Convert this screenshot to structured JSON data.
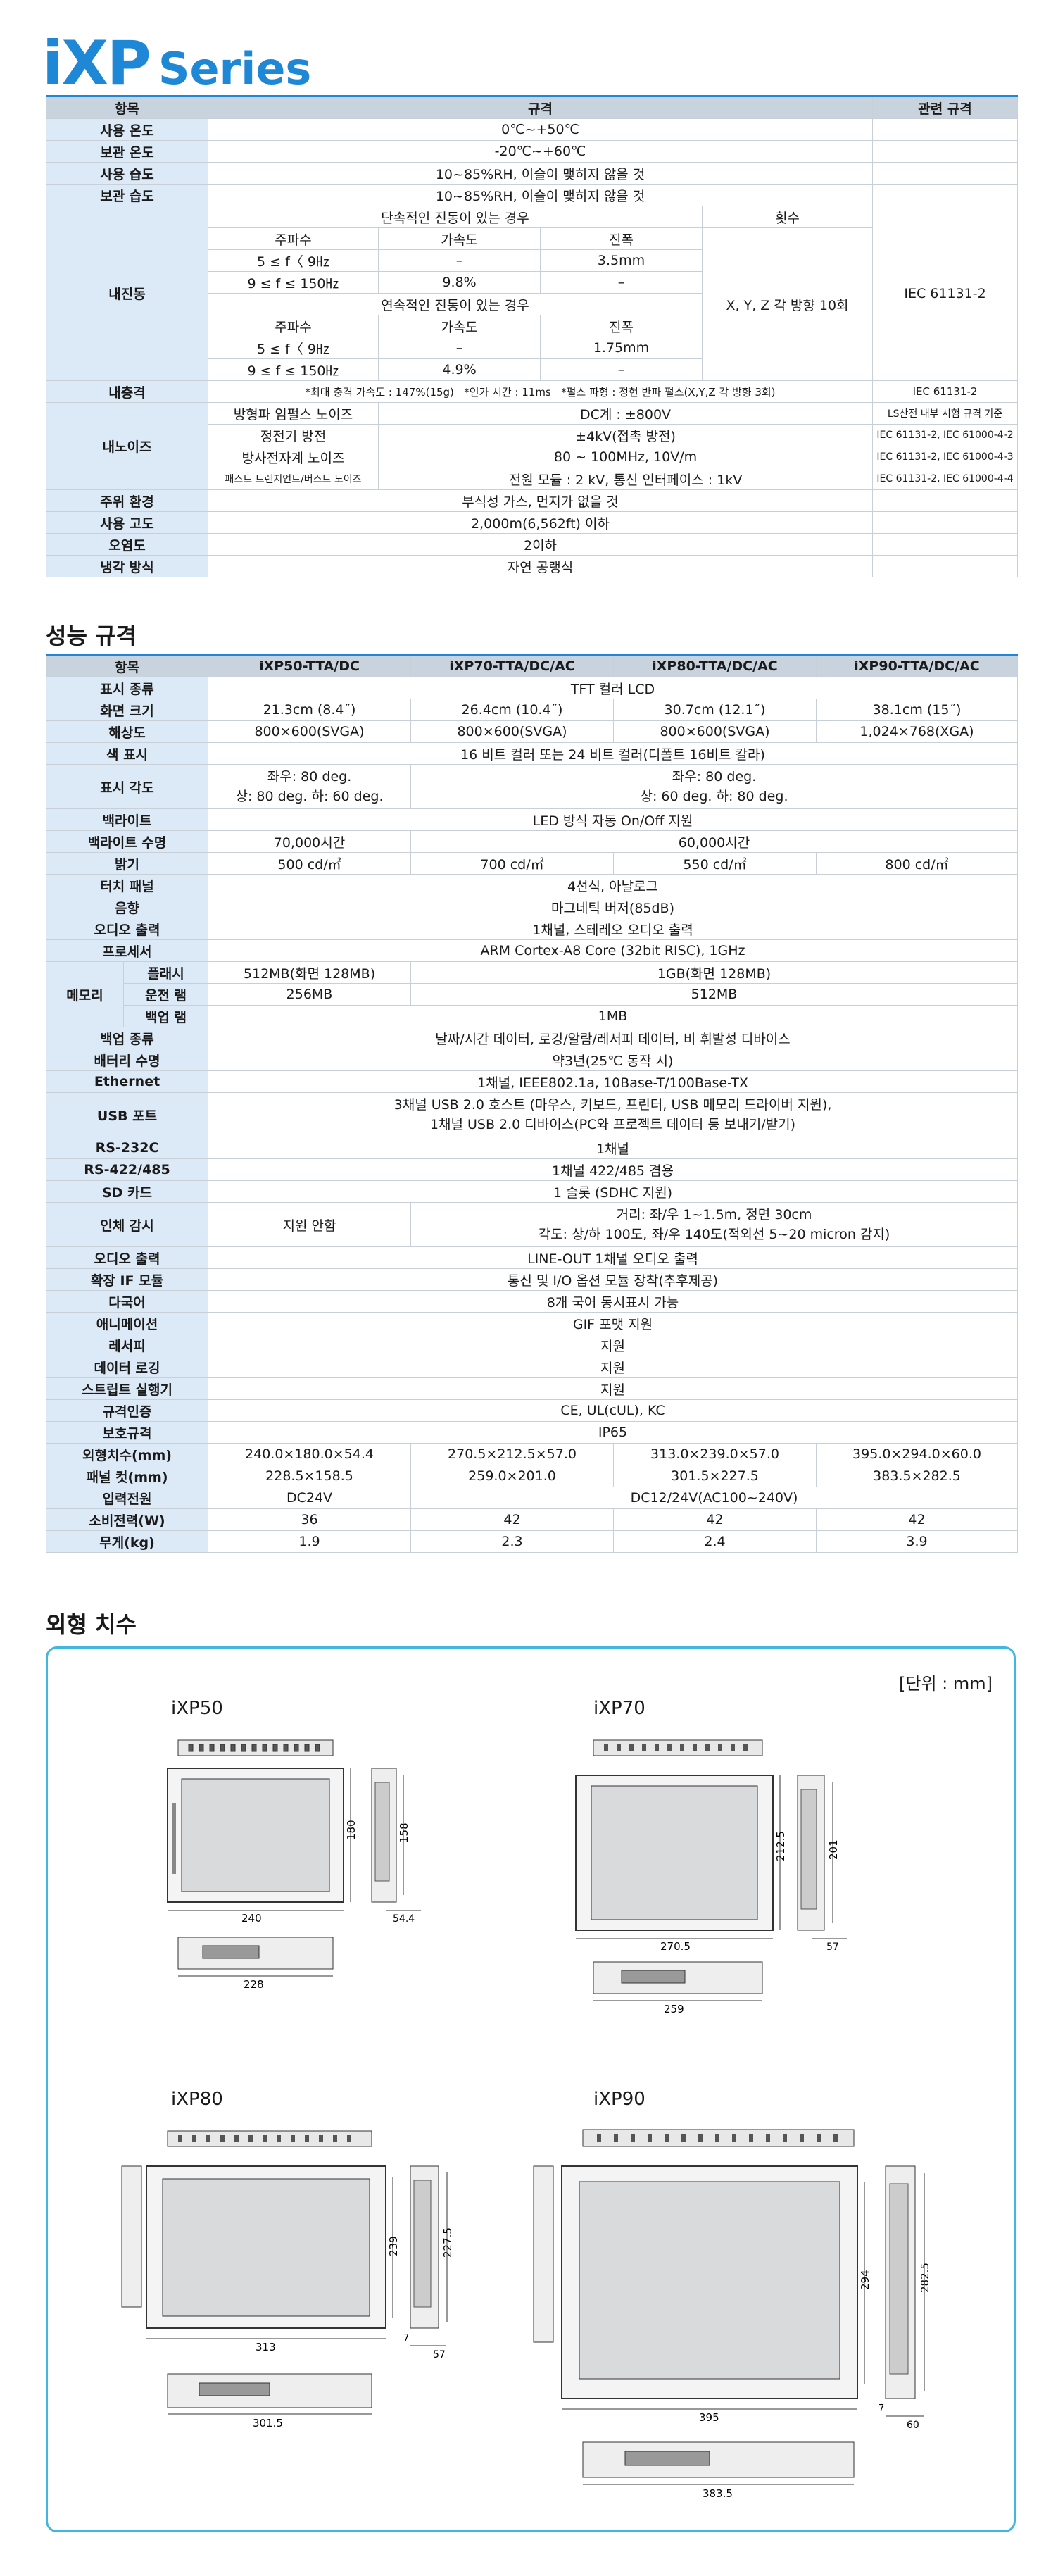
{
  "brand": {
    "big": "iXP",
    "small": "Series"
  },
  "env": {
    "headers": [
      "항목",
      "규격",
      "관련 규격"
    ],
    "rows": [
      {
        "label": "사용 온도",
        "value": "0℃~+50℃"
      },
      {
        "label": "보관 온도",
        "value": "-20℃~+60℃"
      },
      {
        "label": "사용 습도",
        "value": "10~85%RH, 이슬이 맺히지 않을 것"
      },
      {
        "label": "보관 습도",
        "value": "10~85%RH, 이슬이 맺히지 않을 것"
      }
    ],
    "vib": {
      "label": "내진동",
      "intermittent": "단속적인 진동이 있는 경우",
      "continuous": "연속적인 진동이 있는 경우",
      "count": "횟수",
      "freq": "주파수",
      "accel": "가속도",
      "amp": "진폭",
      "r1": {
        "f": "5 ≤ f〈 9㎐",
        "a": "–",
        "d": "3.5mm"
      },
      "r2": {
        "f": "9 ≤ f ≤ 150㎐",
        "a": "9.8%",
        "d": "–"
      },
      "r3": {
        "f": "5 ≤ f〈 9㎐",
        "a": "–",
        "d": "1.75mm"
      },
      "r4": {
        "f": "9 ≤ f ≤ 150㎐",
        "a": "4.9%",
        "d": "–"
      },
      "axes": "X, Y, Z 각 방향 10회",
      "std": "IEC 61131-2"
    },
    "shock": {
      "label": "내충격",
      "v1": "*최대 충격 가속도 : 147%(15g)",
      "v2": "*인가 시간 : 11ms",
      "v3": "*펄스 파형 : 정현 반파 펄스(X,Y,Z 각 방향 3회)",
      "std": "IEC 61131-2"
    },
    "noise": {
      "label": "내노이즈",
      "rows": [
        {
          "name": "방형파 임펄스 노이즈",
          "value": "DC계 : ±800V",
          "std": "LS산전 내부 시험 규격 기준"
        },
        {
          "name": "정전기 방전",
          "value": "±4kV(접촉 방전)",
          "std": "IEC 61131-2, IEC 61000-4-2"
        },
        {
          "name": "방사전자계 노이즈",
          "value": "80 ~ 100MHz, 10V/m",
          "std": "IEC 61131-2, IEC 61000-4-3"
        },
        {
          "name": "패스트 트랜지언트/버스트 노이즈",
          "value": "전원 모듈 : 2 kV, 통신 인터페이스 : 1kV",
          "std": "IEC 61131-2, IEC 61000-4-4"
        }
      ]
    },
    "tail": [
      {
        "label": "주위 환경",
        "value": "부식성 가스, 먼지가 없을 것"
      },
      {
        "label": "사용 고도",
        "value": "2,000m(6,562ft) 이하"
      },
      {
        "label": "오염도",
        "value": "2이하"
      },
      {
        "label": "냉각 방식",
        "value": "자연 공랭식"
      }
    ]
  },
  "perf": {
    "title": "성능 규격",
    "headers": [
      "항목",
      "iXP50-TTA/DC",
      "iXP70-TTA/DC/AC",
      "iXP80-TTA/DC/AC",
      "iXP90-TTA/DC/AC"
    ],
    "display_type": {
      "label": "표시 종류",
      "value": "TFT 컬러 LCD"
    },
    "screen": {
      "label": "화면 크기",
      "v": [
        "21.3cm (8.4˝)",
        "26.4cm (10.4˝)",
        "30.7cm (12.1˝)",
        "38.1cm (15˝)"
      ]
    },
    "resolution": {
      "label": "해상도",
      "v": [
        "800×600(SVGA)",
        "800×600(SVGA)",
        "800×600(SVGA)",
        "1,024×768(XGA)"
      ]
    },
    "color": {
      "label": "색 표시",
      "value": "16 비트 컬러 또는 24 비트 컬러(디폴트 16비트 칼라)"
    },
    "angle": {
      "label": "표시 각도",
      "a1": "좌우: 80 deg.",
      "a2": "상: 80 deg. 하: 60 deg.",
      "b1": "좌우: 80 deg.",
      "b2": "상: 60 deg. 하: 80 deg."
    },
    "backlight": {
      "label": "백라이트",
      "value": "LED 방식 자동 On/Off 지원"
    },
    "life": {
      "label": "백라이트 수명",
      "a": "70,000시간",
      "b": "60,000시간"
    },
    "brightness": {
      "label": "밝기",
      "v": [
        "500 cd/㎡",
        "700 cd/㎡",
        "550 cd/㎡",
        "800 cd/㎡"
      ]
    },
    "touch": {
      "label": "터치 패널",
      "value": "4선식, 아날로그"
    },
    "sound": {
      "label": "음향",
      "value": "마그네틱 버저(85dB)"
    },
    "audio_out": {
      "label": "오디오 출력",
      "value": "1채널, 스테레오 오디오 출력"
    },
    "cpu": {
      "label": "프로세서",
      "value": "ARM Cortex-A8 Core (32bit RISC), 1GHz"
    },
    "memory": {
      "label": "메모리",
      "flash": {
        "label": "플래시",
        "a": "512MB(화면 128MB)",
        "b": "1GB(화면 128MB)"
      },
      "ram": {
        "label": "운전 램",
        "a": "256MB",
        "b": "512MB"
      },
      "backup": {
        "label": "백업 램",
        "value": "1MB"
      }
    },
    "backup_kind": {
      "label": "백업 종류",
      "value": "날짜/시간 데이터, 로깅/알람/레서피 데이터, 비 휘발성 디바이스"
    },
    "battery": {
      "label": "배터리 수명",
      "value": "약3년(25℃ 동작 시)"
    },
    "ethernet": {
      "label": "Ethernet",
      "value": "1채널, IEEE802.1a, 10Base-T/100Base-TX"
    },
    "usb": {
      "label": "USB 포트",
      "l1": "3채널 USB 2.0 호스트 (마우스, 키보드, 프린터, USB 메모리 드라이버 지원),",
      "l2": "1채널 USB 2.0 디바이스(PC와 프로젝트 데이터 등 보내기/받기)"
    },
    "rs232": {
      "label": "RS-232C",
      "value": "1채널"
    },
    "rs422": {
      "label": "RS-422/485",
      "value": "1채널 422/485 겸용"
    },
    "sd": {
      "label": "SD 카드",
      "value": "1 슬롯 (SDHC 지원)"
    },
    "human": {
      "label": "인체 감시",
      "a": "지원 안함",
      "b1": "거리: 좌/우 1~1.5m, 정면 30cm",
      "b2": "각도: 상/하 100도, 좌/우 140도(적외선 5~20 micron 감지)"
    },
    "audio_out2": {
      "label": "오디오 출력",
      "value": "LINE-OUT 1채널 오디오 출력"
    },
    "ext_if": {
      "label": "확장 IF 모듈",
      "value": "통신 및 I/O 옵션 모듈 장착(추후제공)"
    },
    "lang": {
      "label": "다국어",
      "value": "8개 국어 동시표시 가능"
    },
    "anim": {
      "label": "애니메이션",
      "value": "GIF 포맷 지원"
    },
    "recipe": {
      "label": "레서피",
      "value": "지원"
    },
    "logging": {
      "label": "데이터 로깅",
      "value": "지원"
    },
    "script": {
      "label": "스트립트 실행기",
      "value": "지원"
    },
    "cert": {
      "label": "규격인증",
      "value": "CE, UL(cUL), KC"
    },
    "protect": {
      "label": "보호규격",
      "value": "IP65"
    },
    "outer": {
      "label": "외형치수(mm)",
      "v": [
        "240.0×180.0×54.4",
        "270.5×212.5×57.0",
        "313.0×239.0×57.0",
        "395.0×294.0×60.0"
      ]
    },
    "cut": {
      "label": "패널 컷(mm)",
      "v": [
        "228.5×158.5",
        "259.0×201.0",
        "301.5×227.5",
        "383.5×282.5"
      ]
    },
    "power_in": {
      "label": "입력전원",
      "a": "DC24V",
      "b": "DC12/24V(AC100~240V)"
    },
    "consume": {
      "label": "소비전력(W)",
      "v": [
        "36",
        "42",
        "42",
        "42"
      ]
    },
    "weight": {
      "label": "무게(kg)",
      "v": [
        "1.9",
        "2.3",
        "2.4",
        "3.9"
      ]
    }
  },
  "dims": {
    "title": "외형 치수",
    "unit": "[단위 : mm]",
    "models": [
      {
        "name": "iXP50",
        "w": "240",
        "h": "180",
        "d": "54.4",
        "dh": "158",
        "cw": "228"
      },
      {
        "name": "iXP70",
        "w": "270.5",
        "h": "212.5",
        "d": "57",
        "dh": "201",
        "cw": "259"
      },
      {
        "name": "iXP80",
        "w": "313",
        "h": "239",
        "d": "57",
        "dh": "227.5",
        "cw": "301.5",
        "t": "7"
      },
      {
        "name": "iXP90",
        "w": "395",
        "h": "294",
        "d": "60",
        "dh": "282.5",
        "cw": "383.5",
        "t": "7"
      }
    ]
  },
  "colors": {
    "accent": "#1e88d6",
    "header": "#c8d3dd",
    "rowhead": "#dce9f6",
    "frame": "#43b6e0"
  }
}
